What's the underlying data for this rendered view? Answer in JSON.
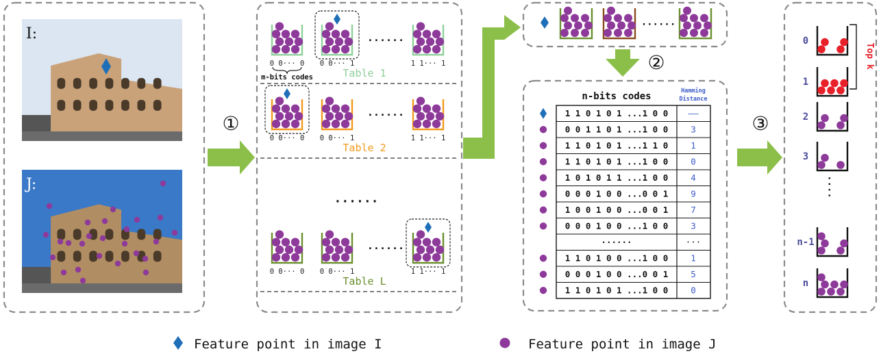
{
  "images": [
    {
      "label": "I:",
      "sky": "#dbe6f2",
      "stone": "#c9a27a"
    },
    {
      "label": "J:",
      "sky": "#3a78c8",
      "stone": "#b08d62"
    }
  ],
  "hash_tables": [
    {
      "name": "Table 1",
      "color": "#8fcf9a",
      "buckets": [
        {
          "code": "0 0··· 0",
          "highlight": false
        },
        {
          "code": "0 0··· 1",
          "highlight": true
        },
        {
          "code": "1 1··· 1",
          "highlight": false
        }
      ],
      "brace_label": "m-bits codes"
    },
    {
      "name": "Table 2",
      "color": "#f39a1e",
      "buckets": [
        {
          "code": "0 0··· 0",
          "highlight": true
        },
        {
          "code": "0 0··· 1",
          "highlight": false
        },
        {
          "code": "1 1··· 1",
          "highlight": false
        }
      ]
    },
    {
      "name": "Table L",
      "color": "#6a8f2e",
      "buckets": [
        {
          "code": "0 0··· 0",
          "highlight": false
        },
        {
          "code": "0 0··· 1",
          "highlight": false
        },
        {
          "code": "1 1··· 1",
          "highlight": true
        }
      ]
    }
  ],
  "ellipsis": "······",
  "steps": [
    "①",
    "②",
    "③"
  ],
  "merged_buckets": [
    {
      "color": "#6a8f2e"
    },
    {
      "color": "#8a4a1e"
    },
    {
      "color": "#6a8f2e"
    }
  ],
  "code_table": {
    "header": "n-bits codes",
    "hamming_header": [
      "Hamming",
      "Distance"
    ],
    "rows": [
      {
        "marker": "diamond",
        "code": "1 1 0 1 0 1 ...1 0 0",
        "dist": "——"
      },
      {
        "marker": "dot",
        "code": "0 0 1 1 0 1 ...1 0 0",
        "dist": "3"
      },
      {
        "marker": "dot",
        "code": "1 1 0 1 0 1 ...1 1 0",
        "dist": "1"
      },
      {
        "marker": "dot",
        "code": "1 1 0 1 0 1 ...1 0 0",
        "dist": "0"
      },
      {
        "marker": "dot",
        "code": "1 0 1 0 1 1 ...1 0 0",
        "dist": "4"
      },
      {
        "marker": "dot",
        "code": "0 0 0 1 0 0 ...0 0 1",
        "dist": "9"
      },
      {
        "marker": "dot",
        "code": "1 0 0 1 0 0 ...0 0 1",
        "dist": "7"
      },
      {
        "marker": "dot",
        "code": "0 0 0 1 0 0 ...1 0 0",
        "dist": "3"
      },
      {
        "marker": "none",
        "code": "······",
        "dist": "···"
      },
      {
        "marker": "dot",
        "code": "1 1 0 1 0 0 ...1 0 0",
        "dist": "1"
      },
      {
        "marker": "dot",
        "code": "0 0 0 1 0 0 ...0 0 1",
        "dist": "5"
      },
      {
        "marker": "dot",
        "code": "1 1 0 1 0 1 ...1 0 0",
        "dist": "0"
      }
    ]
  },
  "ranked_buckets": [
    {
      "label": "0",
      "balls": 4,
      "top": true
    },
    {
      "label": "1",
      "balls": 6,
      "top": true
    },
    {
      "label": "2",
      "balls": 4,
      "top": false
    },
    {
      "label": "3",
      "balls": 3,
      "top": false
    },
    {
      "label": "····",
      "balls": 0,
      "top": false,
      "gap": true
    },
    {
      "label": "n-1",
      "balls": 5,
      "top": false
    },
    {
      "label": "n",
      "balls": 7,
      "top": false
    }
  ],
  "top_k_label": "Top k",
  "legend": [
    {
      "marker": "diamond",
      "text": "Feature point in image I"
    },
    {
      "marker": "dot",
      "text": "Feature point in image J"
    }
  ],
  "colors": {
    "diamond": "#1f6fb8",
    "dot": "#8e3a9a",
    "top": "#e8202a",
    "rank_label": "#4a4a9a",
    "arrow": "#8cbf4a",
    "frame": "#8a8a8a",
    "hamming": "#3a5ac8"
  }
}
